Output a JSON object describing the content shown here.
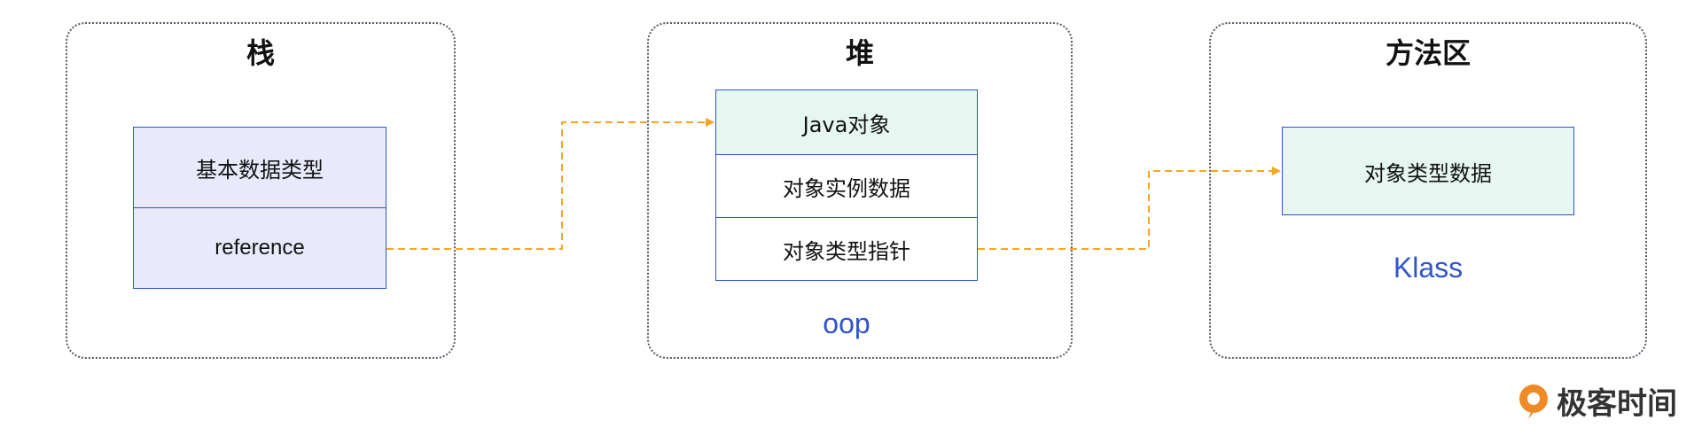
{
  "regions": {
    "stack": {
      "title": "栈",
      "items": [
        "基本数据类型",
        "reference"
      ]
    },
    "heap": {
      "title": "堆",
      "items": [
        "Java对象",
        "对象实例数据",
        "对象类型指针"
      ],
      "caption": "oop"
    },
    "method_area": {
      "title": "方法区",
      "items": [
        "对象类型数据"
      ],
      "caption": "Klass"
    }
  },
  "colors": {
    "border": "#2f55c8",
    "arrow": "#f5a623",
    "stack_fill": "#e8eafb",
    "mint_fill": "#e6f6f1",
    "caption": "#2f55c8"
  },
  "brand": {
    "text": "极客时间",
    "icon": "geektime-logo-icon"
  }
}
